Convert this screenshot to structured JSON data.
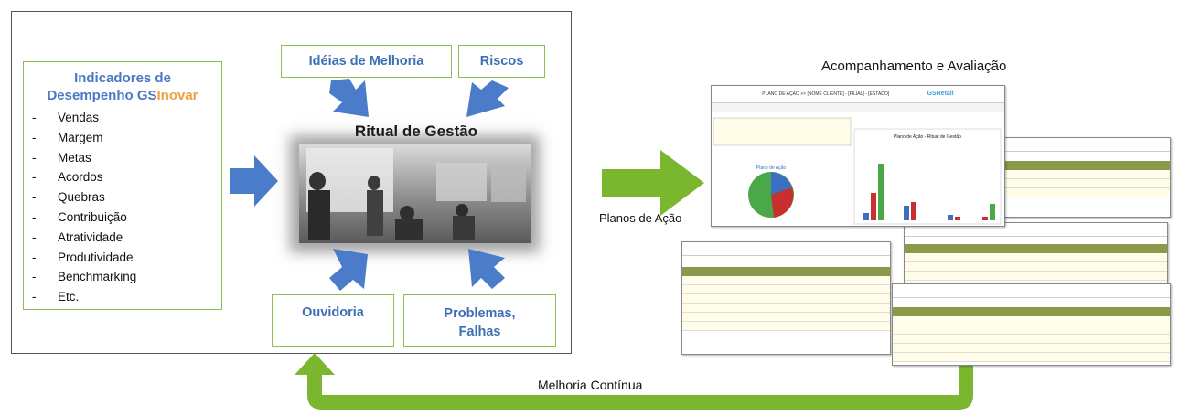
{
  "indicators": {
    "title_line1": "Indicadores de",
    "title_line2_a": "Desempenho GS",
    "title_line2_b": "Inovar",
    "items": [
      "Vendas",
      "Margem",
      "Metas",
      "Acordos",
      "Quebras",
      "Contribuição",
      "Atratividade",
      "Produtividade",
      "Benchmarking",
      "Etc."
    ]
  },
  "boxes": {
    "ideias": "Idéias de Melhoria",
    "riscos": "Riscos",
    "ouvidoria": "Ouvidoria",
    "problemas_1": "Problemas,",
    "problemas_2": "Falhas"
  },
  "ritual_title": "Ritual de Gestão",
  "planos_label": "Planos de Ação",
  "acompanhamento_title": "Acompanhamento e Avaliação",
  "melhoria_label": "Melhoria Contínua",
  "colors": {
    "blue_arrow": "#4a7cc9",
    "green_arrow": "#7ab62e",
    "box_border": "#8cbf4f",
    "title_blue": "#4a78c4",
    "orange": "#f0a040"
  },
  "document": {
    "header": "PLANO DE AÇÃO >> [NOME CLIENTE] - [FILIAL] - [ESTADO]",
    "brand": "GSRetail",
    "chart_title": "Plano de Ação - Ritual de Gestão",
    "pie_title": "Plano de Ação"
  }
}
